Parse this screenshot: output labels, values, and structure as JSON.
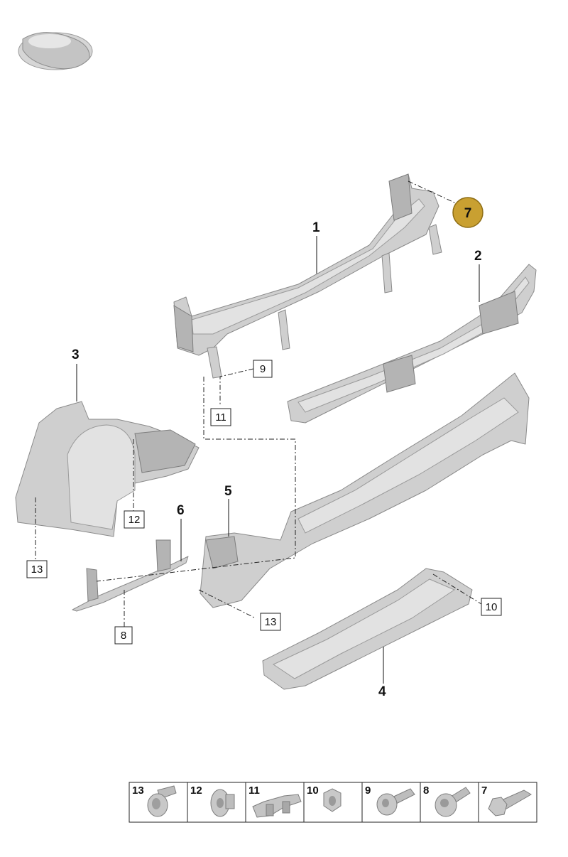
{
  "callouts": {
    "c1": "1",
    "c2": "2",
    "c3": "3",
    "c4": "4",
    "c5": "5",
    "c6": "6",
    "highlight": "7"
  },
  "boxed_refs": {
    "b9": "9",
    "b11": "11",
    "b12": "12",
    "b13a": "13",
    "b13b": "13",
    "b8": "8",
    "b10": "10"
  },
  "legend": {
    "items": [
      {
        "num": "13",
        "icon": "clip-screw-icon"
      },
      {
        "num": "12",
        "icon": "clip-nut-icon"
      },
      {
        "num": "11",
        "icon": "spring-clip-icon"
      },
      {
        "num": "10",
        "icon": "flange-nut-icon"
      },
      {
        "num": "9",
        "icon": "round-head-bolt-icon"
      },
      {
        "num": "8",
        "icon": "button-head-bolt-icon"
      },
      {
        "num": "7",
        "icon": "hex-bolt-icon"
      }
    ]
  },
  "colors": {
    "highlight_fill": "#c9a031",
    "highlight_stroke": "#8e6d14",
    "part_fill": "#cfcfcf"
  }
}
